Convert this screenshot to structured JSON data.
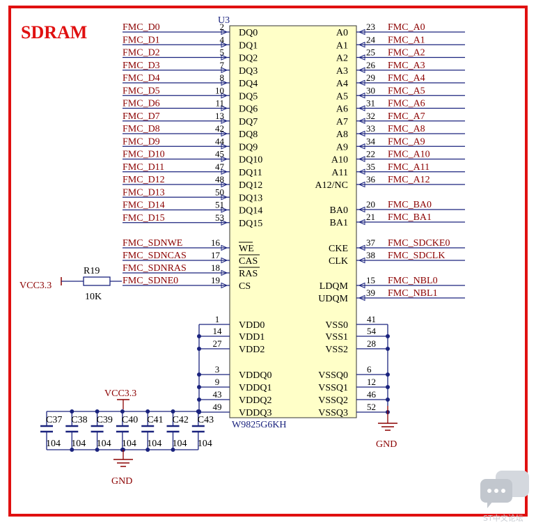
{
  "title": "SDRAM",
  "chip": {
    "designator": "U3",
    "part": "W9825G6KH",
    "fill": "#ffffc8",
    "left_top": [
      {
        "pin": "DQ0",
        "num": "2",
        "net": "FMC_D0"
      },
      {
        "pin": "DQ1",
        "num": "4",
        "net": "FMC_D1"
      },
      {
        "pin": "DQ2",
        "num": "5",
        "net": "FMC_D2"
      },
      {
        "pin": "DQ3",
        "num": "7",
        "net": "FMC_D3"
      },
      {
        "pin": "DQ4",
        "num": "8",
        "net": "FMC_D4"
      },
      {
        "pin": "DQ5",
        "num": "10",
        "net": "FMC_D5"
      },
      {
        "pin": "DQ6",
        "num": "11",
        "net": "FMC_D6"
      },
      {
        "pin": "DQ7",
        "num": "13",
        "net": "FMC_D7"
      },
      {
        "pin": "DQ8",
        "num": "42",
        "net": "FMC_D8"
      },
      {
        "pin": "DQ9",
        "num": "44",
        "net": "FMC_D9"
      },
      {
        "pin": "DQ10",
        "num": "45",
        "net": "FMC_D10"
      },
      {
        "pin": "DQ11",
        "num": "47",
        "net": "FMC_D11"
      },
      {
        "pin": "DQ12",
        "num": "48",
        "net": "FMC_D12"
      },
      {
        "pin": "DQ13",
        "num": "50",
        "net": "FMC_D13"
      },
      {
        "pin": "DQ14",
        "num": "51",
        "net": "FMC_D14"
      },
      {
        "pin": "DQ15",
        "num": "53",
        "net": "FMC_D15"
      }
    ],
    "left_ctrl": [
      {
        "pin": "WE",
        "num": "16",
        "net": "FMC_SDNWE"
      },
      {
        "pin": "CAS",
        "num": "17",
        "net": "FMC_SDNCAS"
      },
      {
        "pin": "RAS",
        "num": "18",
        "net": "FMC_SDNRAS"
      },
      {
        "pin": "CS",
        "num": "19",
        "net": "FMC_SDNE0"
      }
    ],
    "left_pwr": [
      {
        "pin": "VDD0",
        "num": "1"
      },
      {
        "pin": "VDD1",
        "num": "14"
      },
      {
        "pin": "VDD2",
        "num": "27"
      },
      {
        "pin": "VDDQ0",
        "num": "3"
      },
      {
        "pin": "VDDQ1",
        "num": "9"
      },
      {
        "pin": "VDDQ2",
        "num": "43"
      },
      {
        "pin": "VDDQ3",
        "num": "49"
      }
    ],
    "right_addr": [
      {
        "pin": "A0",
        "num": "23",
        "net": "FMC_A0"
      },
      {
        "pin": "A1",
        "num": "24",
        "net": "FMC_A1"
      },
      {
        "pin": "A2",
        "num": "25",
        "net": "FMC_A2"
      },
      {
        "pin": "A3",
        "num": "26",
        "net": "FMC_A3"
      },
      {
        "pin": "A4",
        "num": "29",
        "net": "FMC_A4"
      },
      {
        "pin": "A5",
        "num": "30",
        "net": "FMC_A5"
      },
      {
        "pin": "A6",
        "num": "31",
        "net": "FMC_A6"
      },
      {
        "pin": "A7",
        "num": "32",
        "net": "FMC_A7"
      },
      {
        "pin": "A8",
        "num": "33",
        "net": "FMC_A8"
      },
      {
        "pin": "A9",
        "num": "34",
        "net": "FMC_A9"
      },
      {
        "pin": "A10",
        "num": "22",
        "net": "FMC_A10"
      },
      {
        "pin": "A11",
        "num": "35",
        "net": "FMC_A11"
      },
      {
        "pin": "A12/NC",
        "num": "36",
        "net": "FMC_A12"
      }
    ],
    "right_ba": [
      {
        "pin": "BA0",
        "num": "20",
        "net": "FMC_BA0"
      },
      {
        "pin": "BA1",
        "num": "21",
        "net": "FMC_BA1"
      }
    ],
    "right_clk": [
      {
        "pin": "CKE",
        "num": "37",
        "net": "FMC_SDCKE0"
      },
      {
        "pin": "CLK",
        "num": "38",
        "net": "FMC_SDCLK"
      }
    ],
    "right_dqm": [
      {
        "pin": "LDQM",
        "num": "15",
        "net": "FMC_NBL0"
      },
      {
        "pin": "UDQM",
        "num": "39",
        "net": "FMC_NBL1"
      }
    ],
    "right_gnd": [
      {
        "pin": "VSS0",
        "num": "41"
      },
      {
        "pin": "VSS1",
        "num": "54"
      },
      {
        "pin": "VSS2",
        "num": "28"
      },
      {
        "pin": "VSSQ0",
        "num": "6"
      },
      {
        "pin": "VSSQ1",
        "num": "12"
      },
      {
        "pin": "VSSQ2",
        "num": "46"
      },
      {
        "pin": "VSSQ3",
        "num": "52"
      }
    ]
  },
  "resistor": {
    "ref": "R19",
    "value": "10K",
    "supply": "VCC3.3"
  },
  "caps": [
    {
      "ref": "C37",
      "value": "104"
    },
    {
      "ref": "C38",
      "value": "104"
    },
    {
      "ref": "C39",
      "value": "104"
    },
    {
      "ref": "C40",
      "value": "104"
    },
    {
      "ref": "C41",
      "value": "104"
    },
    {
      "ref": "C42",
      "value": "104"
    },
    {
      "ref": "C43",
      "value": "104"
    }
  ],
  "cap_supply": "VCC3.3",
  "gnd_label": "GND",
  "watermark": "ST中文论坛",
  "colors": {
    "border": "#e01010",
    "wire": "#1a237e",
    "net_label": "#8b0000",
    "title": "#e01010",
    "ground": "#8b0000"
  }
}
